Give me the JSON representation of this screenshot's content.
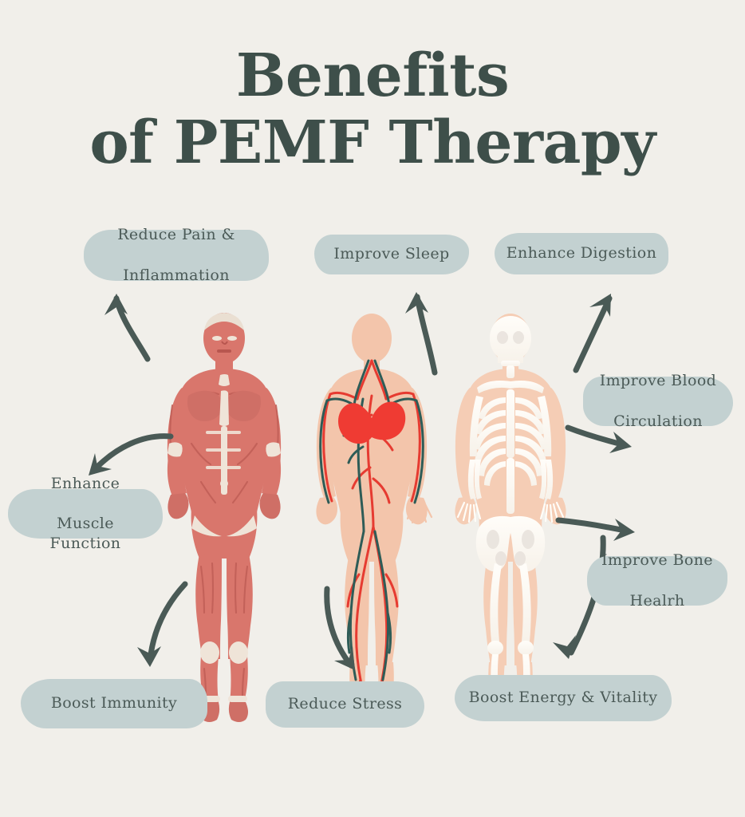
{
  "page": {
    "background_color": "#f1efea",
    "accent_color": "#3e4f4a",
    "pill_color": "#c3d1d1",
    "pill_text_color": "#4b5a57",
    "arrow_color": "#4a5a56"
  },
  "title": {
    "line1": "Benefits",
    "line2": "of PEMF Therapy",
    "full": "Benefits of PEMF Therapy"
  },
  "labels": [
    {
      "id": "reduce-pain-inflammation",
      "line1": "Reduce Pain &",
      "line2": "Inflammation"
    },
    {
      "id": "improve-sleep",
      "line1": "Improve Sleep",
      "line2": ""
    },
    {
      "id": "enhance-digestion",
      "line1": "Enhance Digestion",
      "line2": ""
    },
    {
      "id": "improve-blood-circulation",
      "line1": "Improve Blood",
      "line2": "Circulation"
    },
    {
      "id": "enhance-muscle-function",
      "line1": "Enhance",
      "line2": "Muscle Function"
    },
    {
      "id": "improve-bone-healrh",
      "line1": "Improve Bone",
      "line2": "Healrh"
    },
    {
      "id": "boost-immunity",
      "line1": "Boost Immunity",
      "line2": ""
    },
    {
      "id": "reduce-stress",
      "line1": "Reduce Stress",
      "line2": ""
    },
    {
      "id": "boost-energy-vitality",
      "line1": "Boost Energy & Vitality",
      "line2": ""
    }
  ],
  "figures": [
    {
      "id": "muscular-system-figure",
      "name": "muscular-system-figure",
      "colors": {
        "muscle": "#d9766c",
        "muscle_dark": "#c05e56",
        "tendon": "#efe4d8",
        "skull": "#eadfd2"
      }
    },
    {
      "id": "circulatory-system-figure",
      "name": "circulatory-system-figure",
      "colors": {
        "skin": "#f3c5ab",
        "artery": "#e63b31",
        "vein": "#2e5c57",
        "heart": "#ef3b33"
      }
    },
    {
      "id": "skeletal-system-figure",
      "name": "skeletal-system-figure",
      "colors": {
        "skin": "#f5cdb5",
        "bone": "#fffdf8",
        "bone_shadow": "#e8e2dc"
      }
    }
  ],
  "arrows": [
    {
      "id": "arrow-to-reduce-pain",
      "from": "muscular-system-figure",
      "to": "reduce-pain-inflammation",
      "direction": "up-left"
    },
    {
      "id": "arrow-to-improve-sleep",
      "from": "circulatory-system-figure",
      "to": "improve-sleep",
      "direction": "up-left"
    },
    {
      "id": "arrow-to-enhance-digestion",
      "from": "skeletal-system-figure",
      "to": "enhance-digestion",
      "direction": "up-right"
    },
    {
      "id": "arrow-to-blood-circulation",
      "from": "skeletal-system-figure",
      "to": "improve-blood-circulation",
      "direction": "right"
    },
    {
      "id": "arrow-to-muscle-function",
      "from": "muscular-system-figure",
      "to": "enhance-muscle-function",
      "direction": "down-left"
    },
    {
      "id": "arrow-to-bone-healrh",
      "from": "skeletal-system-figure",
      "to": "improve-bone-healrh",
      "direction": "right"
    },
    {
      "id": "arrow-to-boost-immunity",
      "from": "muscular-system-figure",
      "to": "boost-immunity",
      "direction": "down-left"
    },
    {
      "id": "arrow-to-reduce-stress",
      "from": "circulatory-system-figure",
      "to": "reduce-stress",
      "direction": "down"
    },
    {
      "id": "arrow-to-boost-energy",
      "from": "skeletal-system-figure",
      "to": "boost-energy-vitality",
      "direction": "down-left"
    }
  ]
}
